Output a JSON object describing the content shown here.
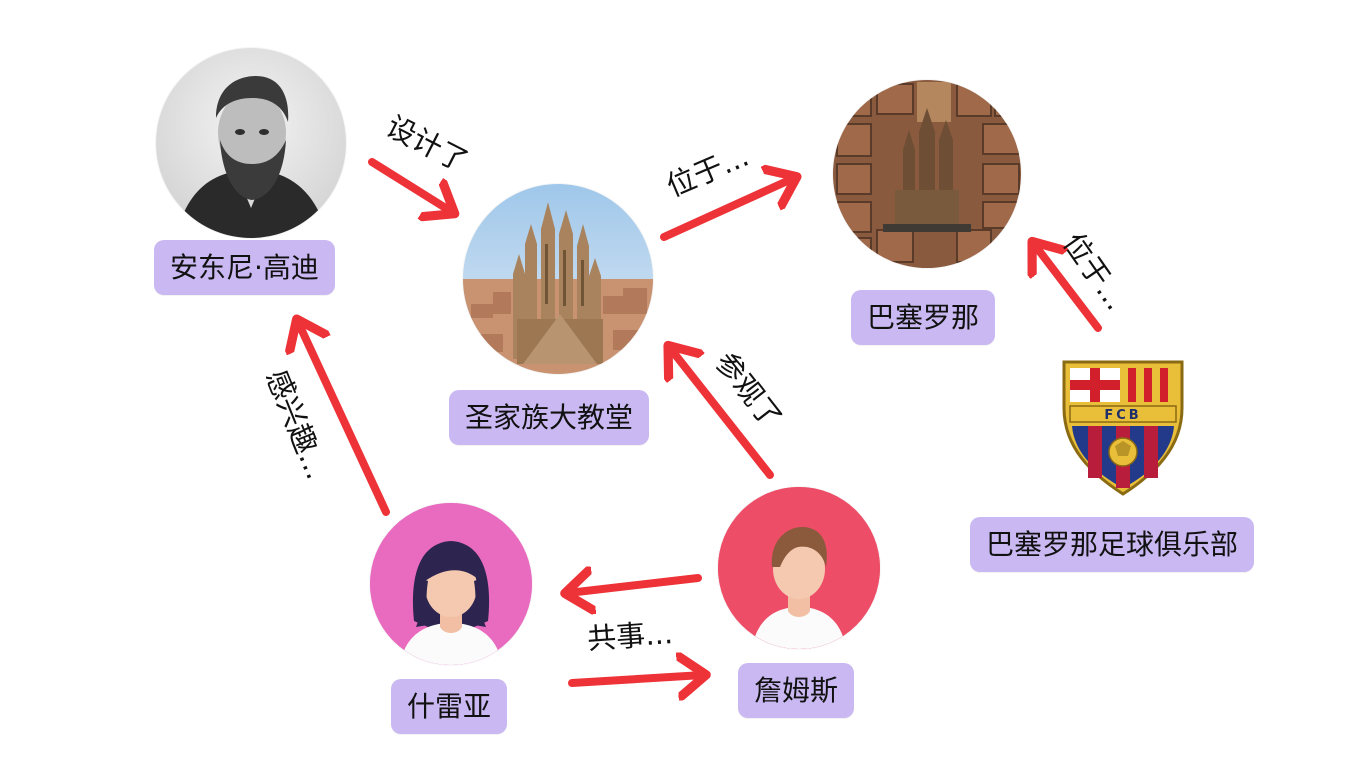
{
  "nodes": {
    "gaudi": {
      "label": "安东尼·高迪",
      "icon": "portrait-photo"
    },
    "sagrada": {
      "label": "圣家族大教堂",
      "icon": "cathedral-photo"
    },
    "barcelona": {
      "label": "巴塞罗那",
      "icon": "city-aerial-photo"
    },
    "fcb": {
      "label": "巴塞罗那足球俱乐部",
      "icon": "club-crest",
      "crest_text": "FCB"
    },
    "shreya": {
      "label": "什雷亚",
      "icon": "female-avatar"
    },
    "james": {
      "label": "詹姆斯",
      "icon": "male-avatar"
    }
  },
  "edges": {
    "designed": {
      "label": "设计了"
    },
    "located_1": {
      "label": "位于..."
    },
    "located_2": {
      "label": "位于..."
    },
    "visited": {
      "label": "参观了"
    },
    "interested": {
      "label": "感兴趣..."
    },
    "colleague": {
      "label": "共事..."
    }
  },
  "colors": {
    "arrow": "#ee3338",
    "label_bg": "#c9b8f1",
    "shreya_bg": "#e96bbf",
    "james_bg": "#ee4d68"
  }
}
